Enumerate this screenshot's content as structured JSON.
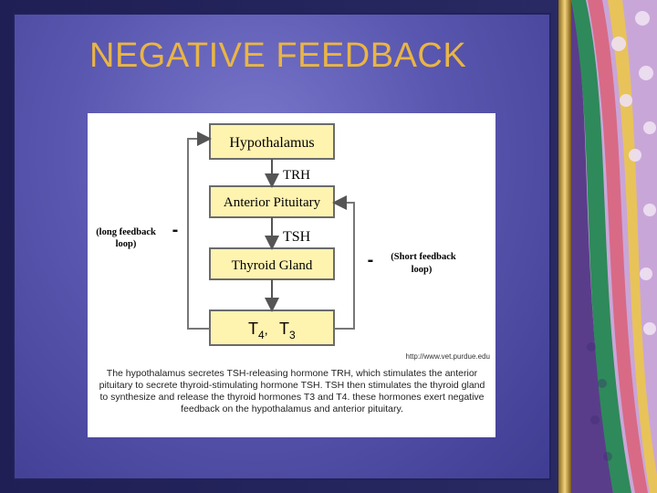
{
  "slide": {
    "title": "NEGATIVE FEEDBACK"
  },
  "diagram": {
    "nodes": {
      "hypothalamus": "Hypothalamus",
      "anterior_pituitary": "Anterior Pituitary",
      "thyroid_gland": "Thyroid Gland",
      "hormones_t4": "T",
      "hormones_t4_sub": "4",
      "hormones_sep": ",",
      "hormones_t3": "T",
      "hormones_t3_sub": "3"
    },
    "edge_labels": {
      "trh": "TRH",
      "tsh": "TSH"
    },
    "loops": {
      "long_minus": "-",
      "long_line1": "(long feedback",
      "long_line2": "loop)",
      "short_minus": "-",
      "short_line1": "(Short feedback",
      "short_line2": "loop)"
    },
    "source": "http://www.vet.purdue.edu",
    "caption": "The hypothalamus secretes TSH-releasing hormone TRH, which stimulates the anterior pituitary to secrete thyroid-stimulating hormone TSH. TSH then stimulates the thyroid gland to synthesize and release the thyroid hormones T3 and T4. these hormones exert negative feedback on the hypothalamus and anterior pituitary."
  },
  "colors": {
    "box_fill": "#fff3b0",
    "box_stroke": "#6b6b6b",
    "title": "#e9b545",
    "minus_fill": "#111111"
  }
}
